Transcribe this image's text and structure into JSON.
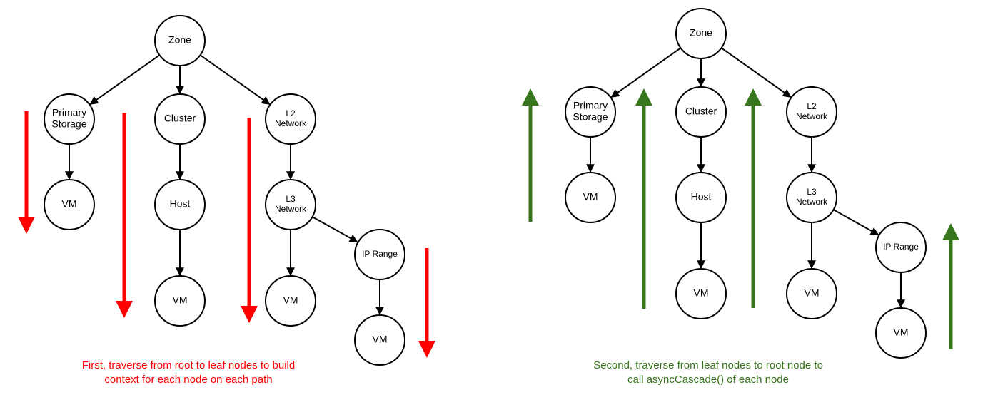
{
  "colors": {
    "down_arrow": "#ff0000",
    "up_arrow": "#38761d",
    "node_stroke": "#000000",
    "edge": "#000000"
  },
  "left_tree": {
    "nodes": {
      "zone": [
        "Zone"
      ],
      "primary_storage": [
        "Primary",
        "Storage"
      ],
      "cluster": [
        "Cluster"
      ],
      "l2_network": [
        "L2",
        "Network"
      ],
      "vm_storage": [
        "VM"
      ],
      "host": [
        "Host"
      ],
      "l3_network": [
        "L3",
        "Network"
      ],
      "ip_range": [
        "IP Range"
      ],
      "vm_host": [
        "VM"
      ],
      "vm_l3": [
        "VM"
      ],
      "vm_ip_range": [
        "VM"
      ]
    },
    "caption": "First, traverse from root to leaf nodes to build\ncontext for each node on each path"
  },
  "right_tree": {
    "nodes": {
      "zone": [
        "Zone"
      ],
      "primary_storage": [
        "Primary",
        "Storage"
      ],
      "cluster": [
        "Cluster"
      ],
      "l2_network": [
        "L2",
        "Network"
      ],
      "vm_storage": [
        "VM"
      ],
      "host": [
        "Host"
      ],
      "l3_network": [
        "L3",
        "Network"
      ],
      "ip_range": [
        "IP Range"
      ],
      "vm_host": [
        "VM"
      ],
      "vm_l3": [
        "VM"
      ],
      "vm_ip_range": [
        "VM"
      ]
    },
    "caption": "Second, traverse from leaf nodes to root node to\ncall asyncCascade() of each node"
  }
}
